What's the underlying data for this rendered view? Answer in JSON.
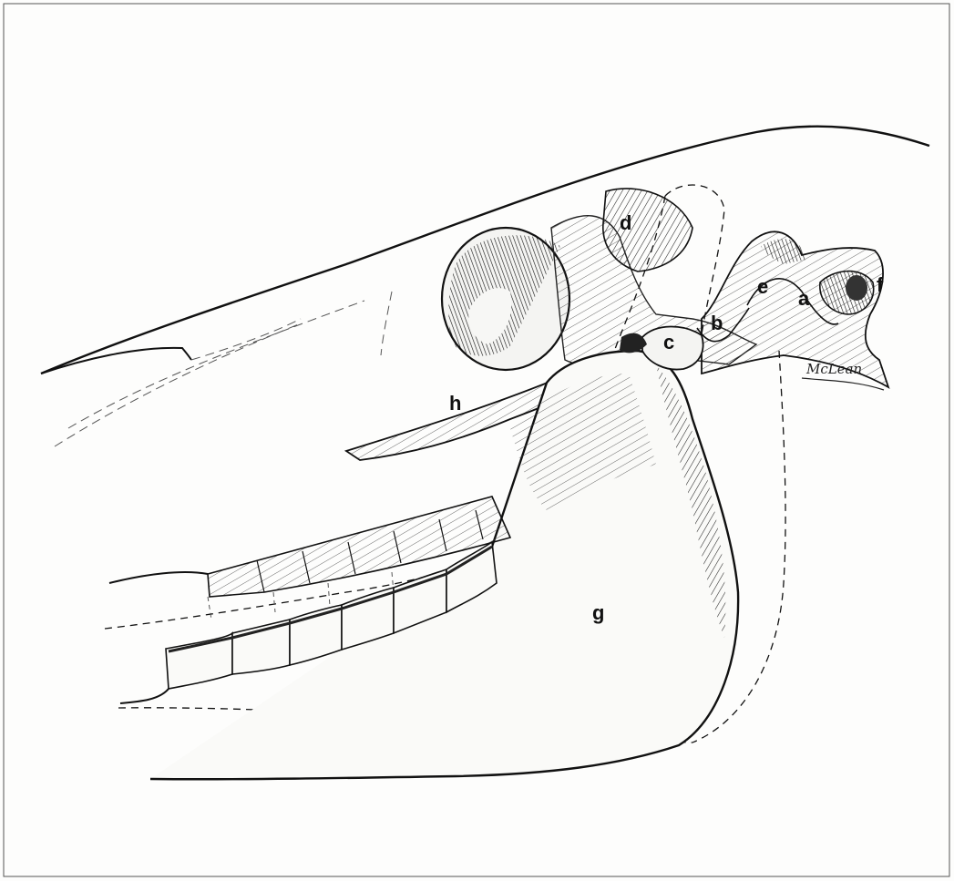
{
  "figure": {
    "labels": {
      "a": "a",
      "b": "b",
      "c": "c",
      "d": "d",
      "e": "e",
      "f": "f",
      "g": "g",
      "h": "h"
    },
    "signature": "McLean"
  }
}
